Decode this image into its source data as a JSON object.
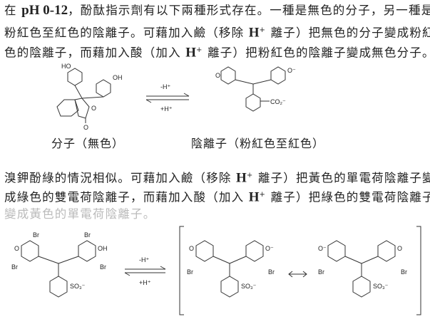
{
  "para1": {
    "l1a": "在 ",
    "l1b": "pH 0-12",
    "l1c": "，酚酞指示劑有以下兩種形式存在。一種是無色的分子，另一種是",
    "l2a": "粉紅色至紅色的陰離子。可藉加入鹼（移除 ",
    "h": "H",
    "plus": "+",
    "l2c": " 離子）把無色的分子變成粉紅",
    "l3a": "色的陰離子，而藉加入酸（加入 ",
    "l3c": " 離子）把粉紅色的陰離子變成無色分子。"
  },
  "figure1": {
    "left_caption": "分子（無色）",
    "right_caption": "陰離子（粉紅色至紅色）",
    "forward": "-H⁺",
    "backward": "+H⁺",
    "labels": {
      "ho": "HO",
      "oh": "OH",
      "o": "O",
      "o2": "O",
      "o3": "O",
      "om": "O⁻",
      "co2": "CO₂⁻"
    }
  },
  "para2": {
    "l1a": "溴鉀酚綠的情況相似。可藉加入鹼（移除 ",
    "l1c": " 離子）把黃色的單電荷陰離子變",
    "l2a": "成綠色的雙電荷陰離子，而藉加入酸（加入 ",
    "l2c": " 離子）把綠色的雙電荷陰離子",
    "l3": "變成黃色的單電荷陰離子。"
  },
  "figure2": {
    "forward": "-H⁺",
    "backward": "+H⁺",
    "labels": {
      "br": "Br",
      "oh": "OH",
      "o": "O",
      "om": "O⁻",
      "so3": "SO₃⁻"
    }
  }
}
